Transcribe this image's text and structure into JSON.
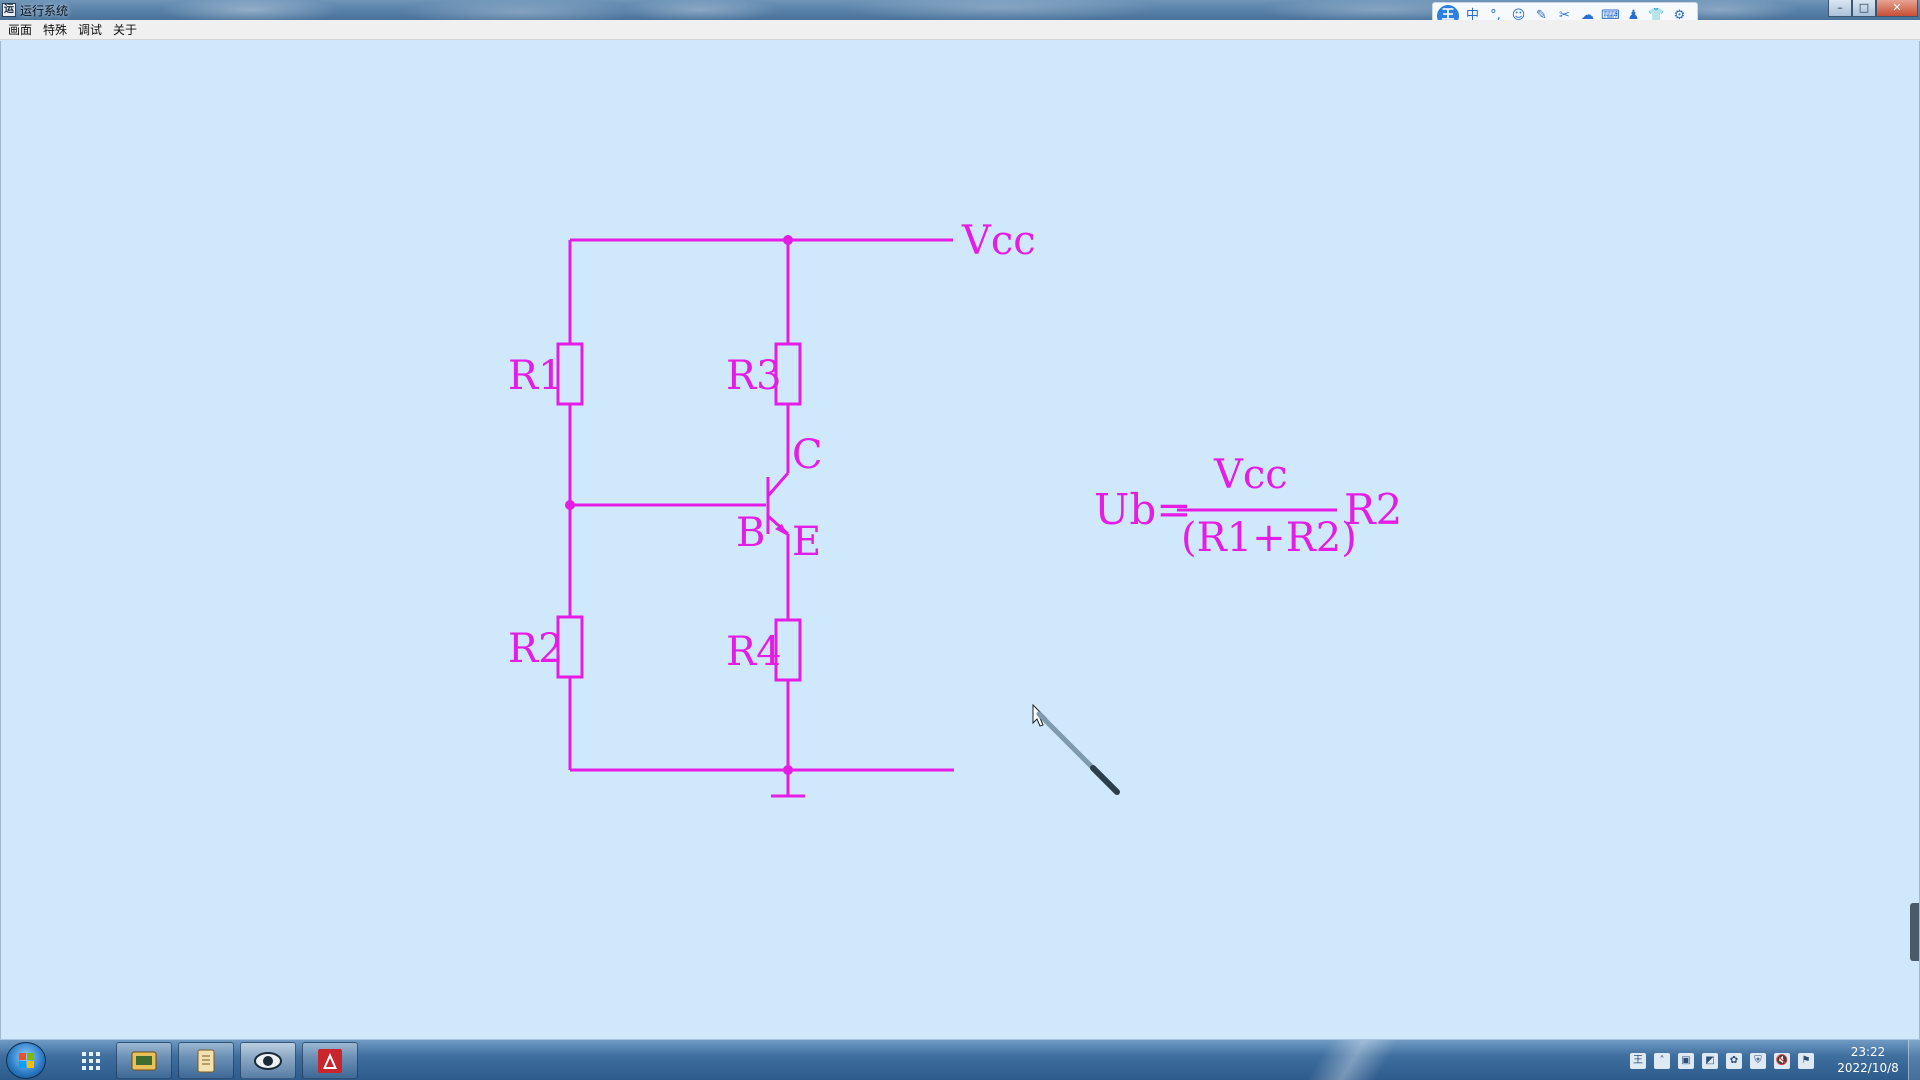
{
  "window": {
    "title": "运行系统",
    "icon": "app-icon",
    "controls": [
      "minimize-icon",
      "maximize-icon",
      "close-icon"
    ]
  },
  "ime_toolbar": {
    "logo": "王",
    "items": [
      "中",
      "°,",
      "☺",
      "✎",
      "✂",
      "☁",
      "⌨",
      "♟",
      "👕",
      "⚙"
    ]
  },
  "menu": [
    "画面",
    "特殊",
    "调试",
    "关于"
  ],
  "circuit": {
    "supply_label": "Vcc",
    "resistors": [
      "R1",
      "R2",
      "R3",
      "R4"
    ],
    "transistor_terminals": {
      "base": "B",
      "collector": "C",
      "emitter": "E"
    },
    "formula": {
      "lhs": "Ub=",
      "numerator": "Vcc",
      "denominator": "(R1+R2)",
      "multiplier": "R2"
    },
    "line_color": "#e41ce4"
  },
  "canvas_background": "#cfe8fb",
  "taskbar": {
    "pinned": [
      "app-grid-icon",
      "hmi-app-icon",
      "notes-app-icon",
      "eye-app-icon",
      "autocad-icon"
    ],
    "clock_time": "23:22",
    "clock_date": "2022/10/8"
  }
}
